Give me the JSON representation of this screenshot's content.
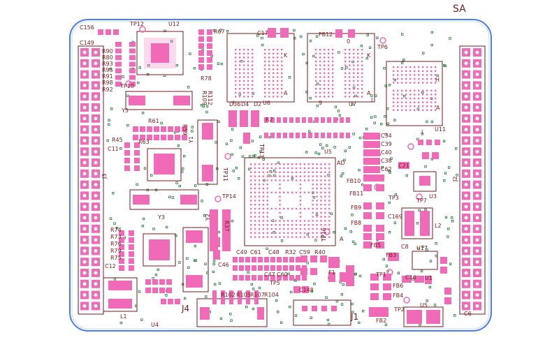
{
  "colors": {
    "background": "#ffffff",
    "board_outline": "#4a7ff0",
    "pad": "#f06ab8",
    "silkscreen": "#7a1a1a",
    "via": "#1c7a3a"
  },
  "corner_label": "SA",
  "labels": {
    "C156": "C156",
    "C149": "C149",
    "TP12": "TP12",
    "U12": "U12",
    "R67": "R67",
    "C17": "C17",
    "FB12": "FB12",
    "zero": "0",
    "TP6": "TP6",
    "R90": "R90",
    "R80": "R80",
    "R93": "R93",
    "R95": "R95",
    "R91": "R91",
    "R98": "R98",
    "R92": "R92",
    "TP10": "TP10",
    "R78": "R78",
    "U6": "U6",
    "U7": "U7",
    "U11": "U11",
    "H": "H",
    "K1": "K",
    "K2": "K",
    "A1": "A",
    "A2": "A",
    "A3": "A",
    "I1": "I",
    "I2": "I",
    "I3": "I",
    "nine": "9",
    "Y5": "Y5",
    "R109": "R109",
    "R112": "R112",
    "D36": "D36",
    "D4": "D4",
    "D2": "D2",
    "R61": "R61",
    "R59": "R59",
    "R63": "R63",
    "R45": "R45",
    "C11": "C11",
    "Y1": "Y1",
    "TP13": "TP13",
    "R2": "R2",
    "U5": "U5",
    "AD": "AD",
    "C34": "C34",
    "C39": "C39",
    "C40": "C40",
    "C38": "C38",
    "C62": "C62",
    "C21": "C21",
    "J3": "J3",
    "TP11": "TP11",
    "FB10": "FB10",
    "FB11": "FB11",
    "U3": "U3",
    "J2": "J2",
    "TP14": "TP14",
    "Y2": "Y2",
    "Y3": "Y3",
    "R37": "R37",
    "FB9": "FB9",
    "FB8": "FB8",
    "TP3": "TP3",
    "TP7": "TP7",
    "C169": "C169",
    "L2": "L2",
    "R74": "R74",
    "R73": "R73",
    "R76": "R76",
    "R79": "R79",
    "R75": "R75",
    "C12": "C12",
    "TP16": "TP16",
    "A4": "A",
    "C49": "C49",
    "C61": "C61",
    "C48": "C48",
    "R32": "R32",
    "C59": "C59",
    "R40": "R40",
    "FB5": "FB5",
    "C8": "C8",
    "U17": "U17",
    "C46": "C46",
    "C47": "C47",
    "C60": "C60",
    "L1": "L1",
    "U4": "U4",
    "R102": "R102",
    "R105": "R105",
    "R107": "R107",
    "R104": "R104",
    "TP5": "TP5",
    "C148": "C148",
    "F1": "F1",
    "TP1": "TP1",
    "FB3": "FB3",
    "C16": "C16",
    "U1": "U1",
    "FB6": "FB6",
    "FB4": "FB4",
    "TP2": "TP2",
    "FB2": "FB2",
    "J4": "J4",
    "J1": "J1",
    "U5b": "U5",
    "C6": "C6"
  }
}
